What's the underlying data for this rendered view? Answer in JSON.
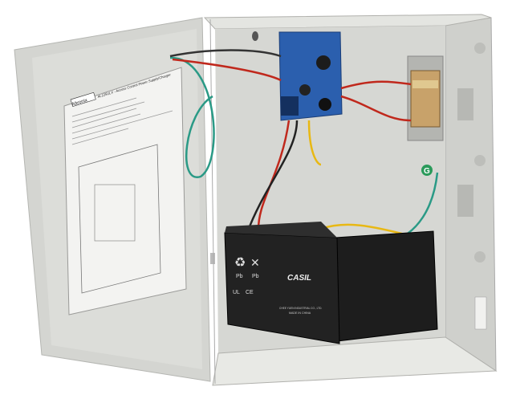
{
  "photo": {
    "label": {
      "brand": "Altronix",
      "title": "AL125ULX - Access Control Power Supply/Charger"
    },
    "ground_marker": "G",
    "battery_left": {
      "recycle_mark": "Pb",
      "bin_mark": "Pb",
      "brand": "CASIL",
      "ce_mark": "CE",
      "ul_mark": "UL",
      "manufacturer": "CHEE YUEN INDUSTRIAL CO., LTD.",
      "origin": "MADE IN CHINA"
    },
    "colors": {
      "enclosure": "#d9dad6",
      "board": "#2b5fae",
      "battery": "#1d1d1d",
      "wire_red": "#c0281c",
      "wire_green": "#2a9a86",
      "wire_yellow": "#e8b814"
    }
  }
}
